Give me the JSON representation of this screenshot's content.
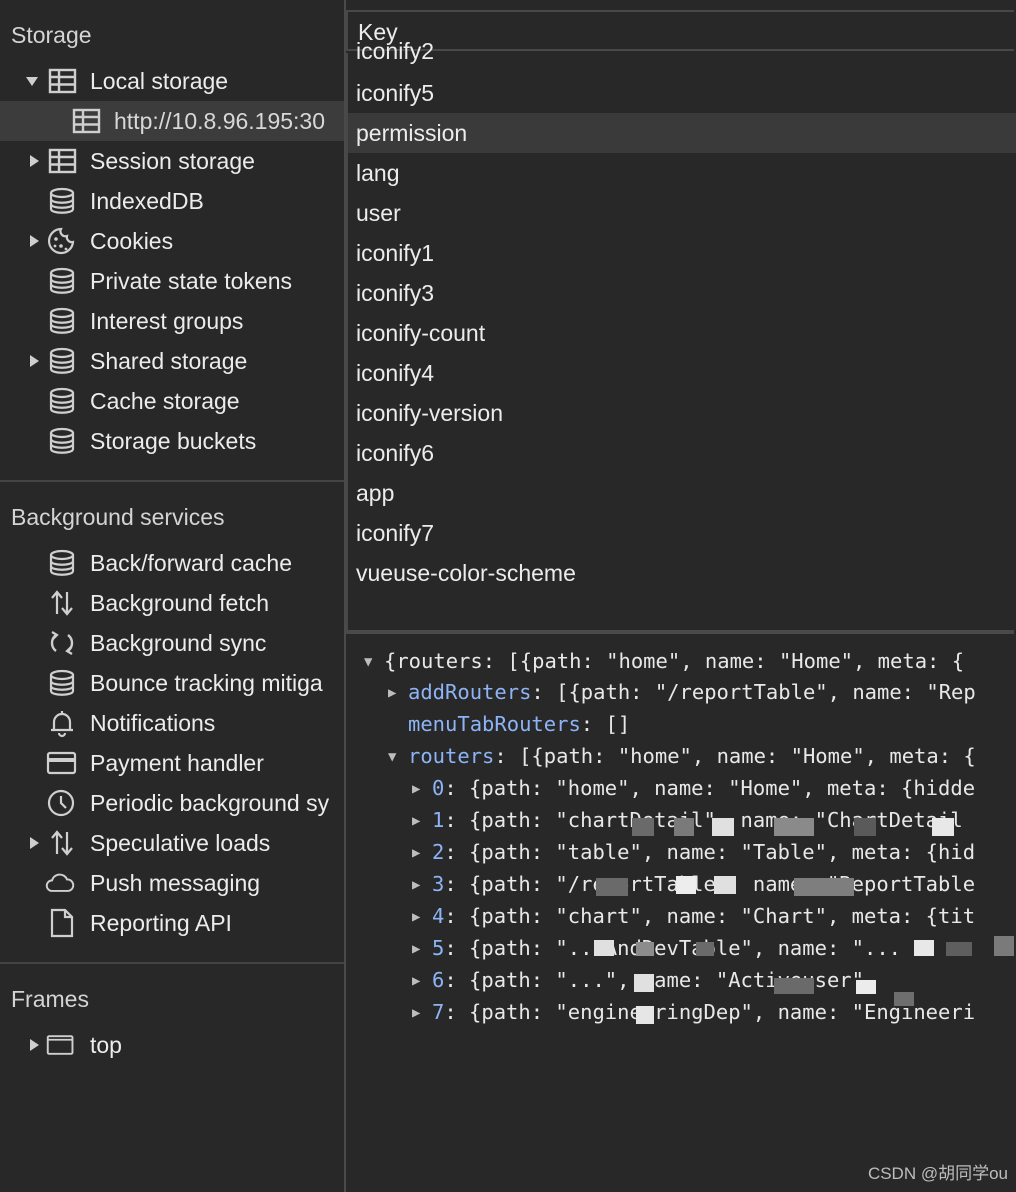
{
  "sidebar": {
    "storage_title": "Storage",
    "storage_items": [
      {
        "label": "Local storage",
        "icon": "table-icon",
        "expanded": true
      },
      {
        "label": "http://10.8.96.195:30",
        "icon": "table-icon"
      },
      {
        "label": "Session storage",
        "icon": "table-icon",
        "expanded": false
      },
      {
        "label": "IndexedDB",
        "icon": "database-icon"
      },
      {
        "label": "Cookies",
        "icon": "cookie-icon",
        "expanded": false
      },
      {
        "label": "Private state tokens",
        "icon": "database-icon"
      },
      {
        "label": "Interest groups",
        "icon": "database-icon"
      },
      {
        "label": "Shared storage",
        "icon": "database-icon",
        "expanded": false
      },
      {
        "label": "Cache storage",
        "icon": "database-icon"
      },
      {
        "label": "Storage buckets",
        "icon": "database-icon"
      }
    ],
    "background_title": "Background services",
    "background_items": [
      {
        "label": "Back/forward cache",
        "icon": "database-icon"
      },
      {
        "label": "Background fetch",
        "icon": "up-down-arrows-icon"
      },
      {
        "label": "Background sync",
        "icon": "sync-icon"
      },
      {
        "label": "Bounce tracking mitiga",
        "icon": "database-icon"
      },
      {
        "label": "Notifications",
        "icon": "bell-icon"
      },
      {
        "label": "Payment handler",
        "icon": "card-icon"
      },
      {
        "label": "Periodic background sy",
        "icon": "clock-icon"
      },
      {
        "label": "Speculative loads",
        "icon": "up-down-arrows-icon"
      },
      {
        "label": "Push messaging",
        "icon": "cloud-icon"
      },
      {
        "label": "Reporting API",
        "icon": "file-icon"
      }
    ],
    "frames_title": "Frames",
    "frames_items": [
      {
        "label": "top",
        "icon": "frame-icon"
      }
    ]
  },
  "keys_table": {
    "header": "Key",
    "partial_top_row": "iconify2",
    "rows": [
      "iconify5",
      "permission",
      "lang",
      "user",
      "iconify1",
      "iconify3",
      "iconify-count",
      "iconify4",
      "iconify-version",
      "iconify6",
      "app",
      "iconify7",
      "vueuse-color-scheme"
    ],
    "selected": "permission"
  },
  "value_preview": {
    "root": "{routers: [{path: \"home\", name: \"Home\", meta: {",
    "addRouters_key": "addRouters",
    "addRouters_val": ": [{path: \"/reportTable\", name: \"Rep",
    "menuTabRouters_key": "menuTabRouters",
    "menuTabRouters_val": ": []",
    "routers_key": "routers",
    "routers_val": ": [{path: \"home\", name: \"Home\", meta: {",
    "items": [
      {
        "idx": "0",
        "text": ": {path: \"home\", name: \"Home\", meta: {hidde"
      },
      {
        "idx": "1",
        "text": ": {path: \"chartDetail\", name: \"ChartDetail"
      },
      {
        "idx": "2",
        "text": ": {path: \"table\", name: \"Table\", meta: {hid"
      },
      {
        "idx": "3",
        "text": ": {path: \"/reportTable\", name: \"ReportTable"
      },
      {
        "idx": "4",
        "text": ": {path: \"chart\", name: \"Chart\", meta: {tit"
      },
      {
        "idx": "5",
        "text": ": {path: \"...AndDevTable\", name: \"..."
      },
      {
        "idx": "6",
        "text": ": {path: \"...\", name: \"Activeuser\""
      },
      {
        "idx": "7",
        "text": ": {path: \"engineeringDep\", name: \"Engineeri"
      }
    ]
  },
  "watermark": "CSDN @胡同学ou"
}
